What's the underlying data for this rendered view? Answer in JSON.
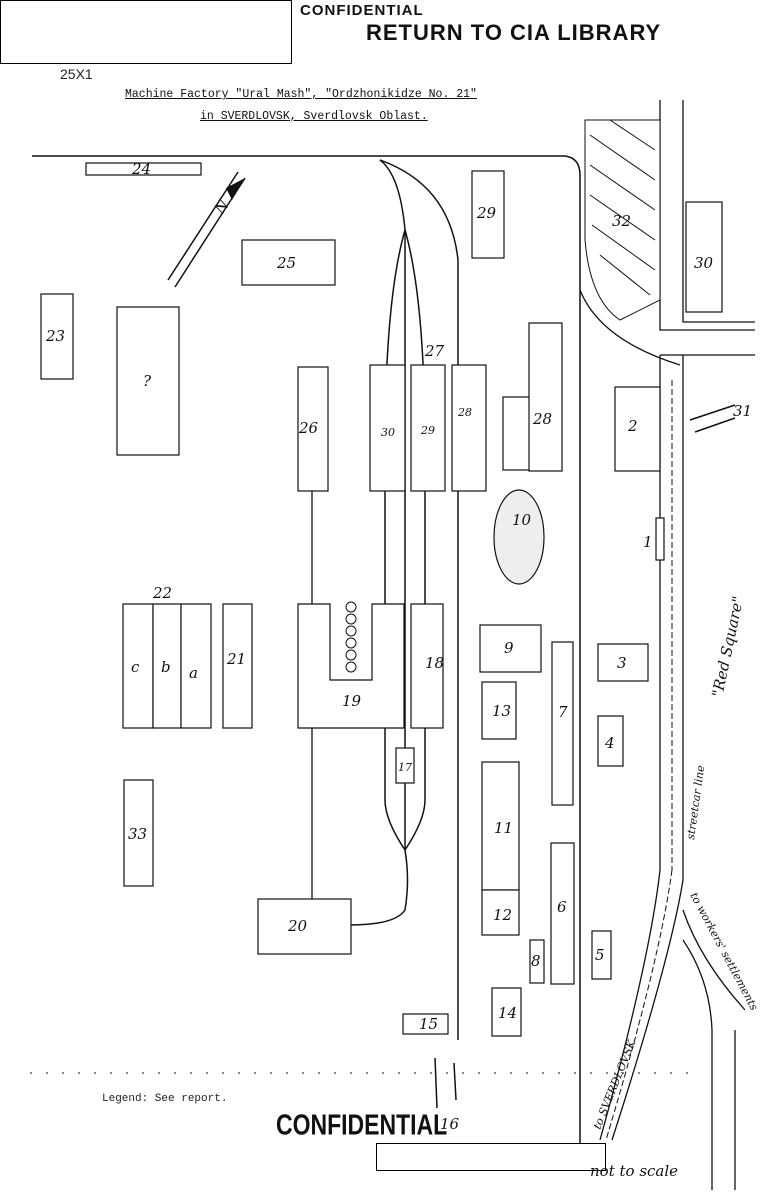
{
  "header": {
    "stamp_confidential": "CONFIDENTIAL",
    "stamp_return": "RETURN TO CIA LIBRARY",
    "doc_code": "25X1",
    "title_line1": "Machine Factory \"Ural Mash\", \"Ordzhonikidze No. 21\"",
    "title_line2": "in SVERDLOVSK, Sverdlovsk Oblast."
  },
  "map": {
    "buildings": {
      "b1": "1",
      "b2": "2",
      "b3": "3",
      "b4": "4",
      "b5": "5",
      "b6": "6",
      "b7": "7",
      "b8": "8",
      "b9": "9",
      "b10": "10",
      "b11": "11",
      "b12": "12",
      "b13": "13",
      "b14": "14",
      "b15": "15",
      "b16": "16",
      "b17": "17",
      "b18": "18",
      "b19": "19",
      "b20": "20",
      "b21": "21",
      "b22": "22",
      "b22a": "a",
      "b22b": "b",
      "b22c": "c",
      "b23": "23",
      "b24": "24",
      "b25": "25",
      "b26": "26",
      "b27": "27",
      "b28": "28",
      "b28s": "28",
      "b29": "29",
      "b29s": "29",
      "b30": "30",
      "b30s": "30",
      "b31": "31",
      "b32": "32",
      "b33": "33",
      "bq": "?"
    },
    "annotations": {
      "red_square": "\"Red Square\"",
      "streetcar": "streetcar line",
      "to_workers": "to workers' settlements",
      "to_sverdlovsk": "to SVERDLOVSK",
      "north": "N"
    }
  },
  "footer": {
    "legend": "Legend: See report.",
    "stamp_confidential": "CONFIDENTIAL",
    "not_to_scale": "not to scale"
  }
}
